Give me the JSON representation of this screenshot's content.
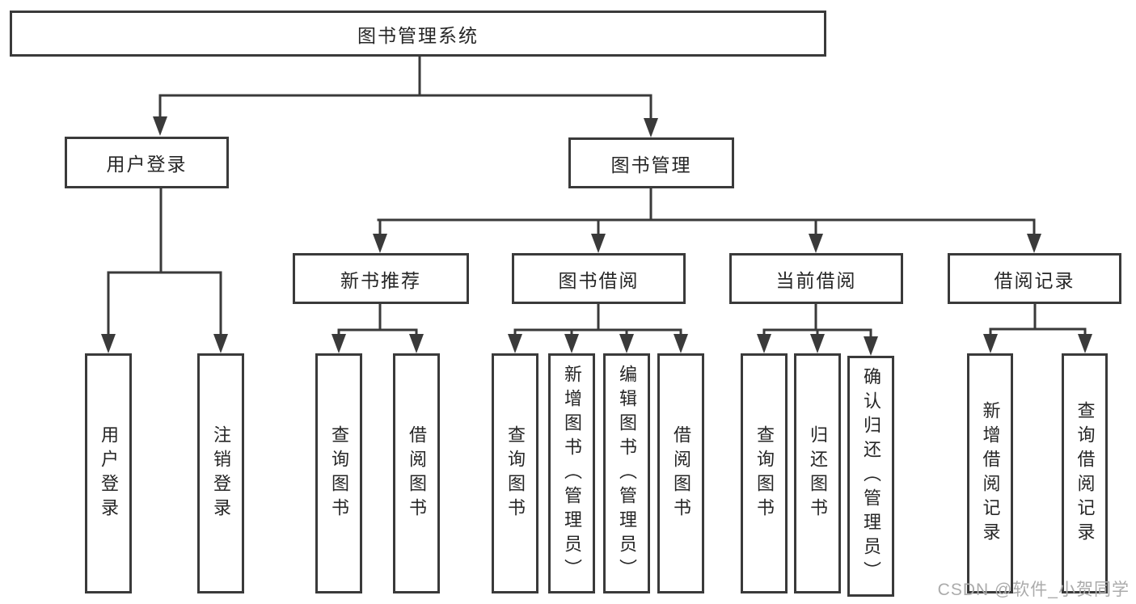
{
  "tree": {
    "label": "图书管理系统",
    "children": [
      {
        "label": "用户登录",
        "children": [
          {
            "label": "用户登录"
          },
          {
            "label": "注销登录"
          }
        ]
      },
      {
        "label": "图书管理",
        "children": [
          {
            "label": "新书推荐",
            "children": [
              {
                "label": "查询图书"
              },
              {
                "label": "借阅图书"
              }
            ]
          },
          {
            "label": "图书借阅",
            "children": [
              {
                "label": "查询图书"
              },
              {
                "label": "新增图书（管理员）"
              },
              {
                "label": "编辑图书（管理员）"
              },
              {
                "label": "借阅图书"
              }
            ]
          },
          {
            "label": "当前借阅",
            "children": [
              {
                "label": "查询图书"
              },
              {
                "label": "归还图书"
              },
              {
                "label": "确认归还（管理员）"
              }
            ]
          },
          {
            "label": "借阅记录",
            "children": [
              {
                "label": "新增借阅记录"
              },
              {
                "label": "查询借阅记录"
              }
            ]
          }
        ]
      }
    ]
  },
  "watermark": "CSDN @软件_小贺同学",
  "colors": {
    "line": "#3a3a3a",
    "border": "#3a3a3a",
    "text": "#262626",
    "watermark": "#ababab"
  }
}
